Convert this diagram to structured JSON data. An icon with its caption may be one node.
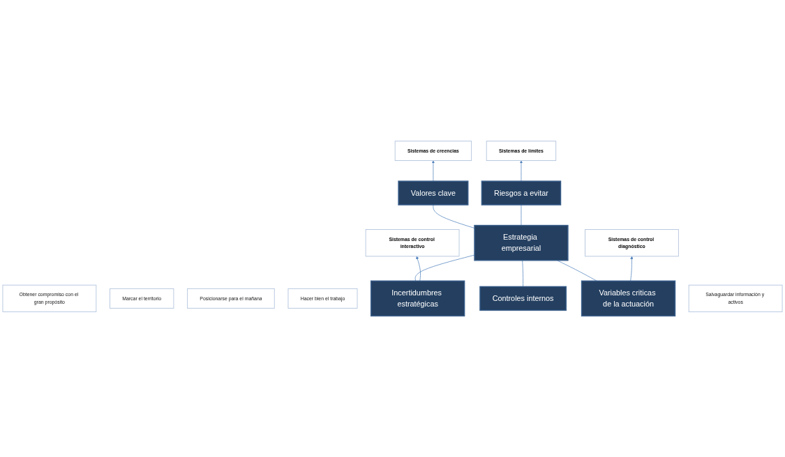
{
  "diagram": {
    "nodes": [
      {
        "text": [
          "Sistemas de creencias"
        ]
      },
      {
        "text": [
          "Sistemas de límites"
        ]
      },
      {
        "text": [
          "Obtener compromiso con el gran propósito"
        ]
      },
      {
        "text": [
          "Valores clave"
        ]
      },
      {
        "text": [
          "Riesgos a evitar"
        ]
      },
      {
        "text": [
          "Marcar el territorio"
        ]
      },
      {
        "text": [
          "Estrategia empresarial"
        ]
      },
      {
        "text": [
          "Posicionarse para el mañana"
        ]
      },
      {
        "text": [
          "Hacer bien el trabajo"
        ]
      },
      {
        "text": [
          "Incertidumbres estratégicas"
        ]
      },
      {
        "text": [
          "Variables criticas de la actuación"
        ]
      },
      {
        "text": [
          "Sistemas de control interactivo"
        ]
      },
      {
        "text": [
          "Sistemas de control diagnóstico"
        ]
      },
      {
        "text": [
          "Controles internos"
        ]
      },
      {
        "text": [
          "Salvaguardar información y activos"
        ]
      }
    ],
    "edges": [
      {
        "from": 3,
        "to": 0,
        "arrow": "to"
      },
      {
        "from": 4,
        "to": 1,
        "arrow": "to"
      },
      {
        "from": 6,
        "to": 3,
        "arrow": "none"
      },
      {
        "from": 6,
        "to": 4,
        "arrow": "none"
      },
      {
        "from": 9,
        "to": 6,
        "arrow": "none"
      },
      {
        "from": 10,
        "to": 6,
        "arrow": "none"
      },
      {
        "from": 13,
        "to": 6,
        "arrow": "none"
      },
      {
        "from": 9,
        "to": 11,
        "arrow": "to"
      },
      {
        "from": 10,
        "to": 12,
        "arrow": "to"
      }
    ]
  }
}
